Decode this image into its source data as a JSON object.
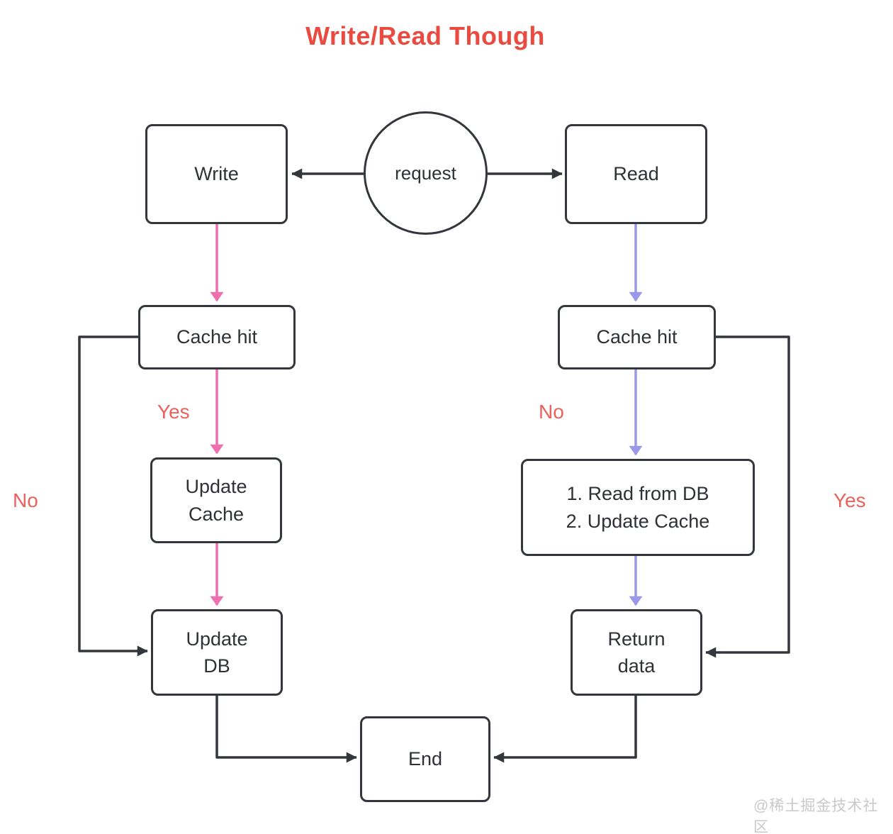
{
  "title": {
    "text": "Write/Read Though"
  },
  "nodes": {
    "request": {
      "label": "request"
    },
    "write": {
      "label": "Write"
    },
    "read": {
      "label": "Read"
    },
    "cache_hit_left": {
      "label": "Cache hit"
    },
    "cache_hit_right": {
      "label": "Cache hit"
    },
    "update_cache": {
      "line1": "Update",
      "line2": "Cache"
    },
    "read_db": {
      "line1": "1. Read from DB",
      "line2": "2. Update Cache"
    },
    "update_db": {
      "line1": "Update",
      "line2": "DB"
    },
    "return_data": {
      "line1": "Return",
      "line2": "data"
    },
    "end": {
      "label": "End"
    }
  },
  "edge_labels": {
    "yes_left": "Yes",
    "no_left": "No",
    "no_right": "No",
    "yes_right": "Yes"
  },
  "colors": {
    "title_red": "#ea4b41",
    "edge_label_red": "#e8635c",
    "write_path_pink": "#ee6fae",
    "read_path_purple": "#9b98ec",
    "line_black": "#33363a",
    "watermark_gray": "#c9c9c9"
  },
  "watermark": "@稀土掘金技术社区"
}
